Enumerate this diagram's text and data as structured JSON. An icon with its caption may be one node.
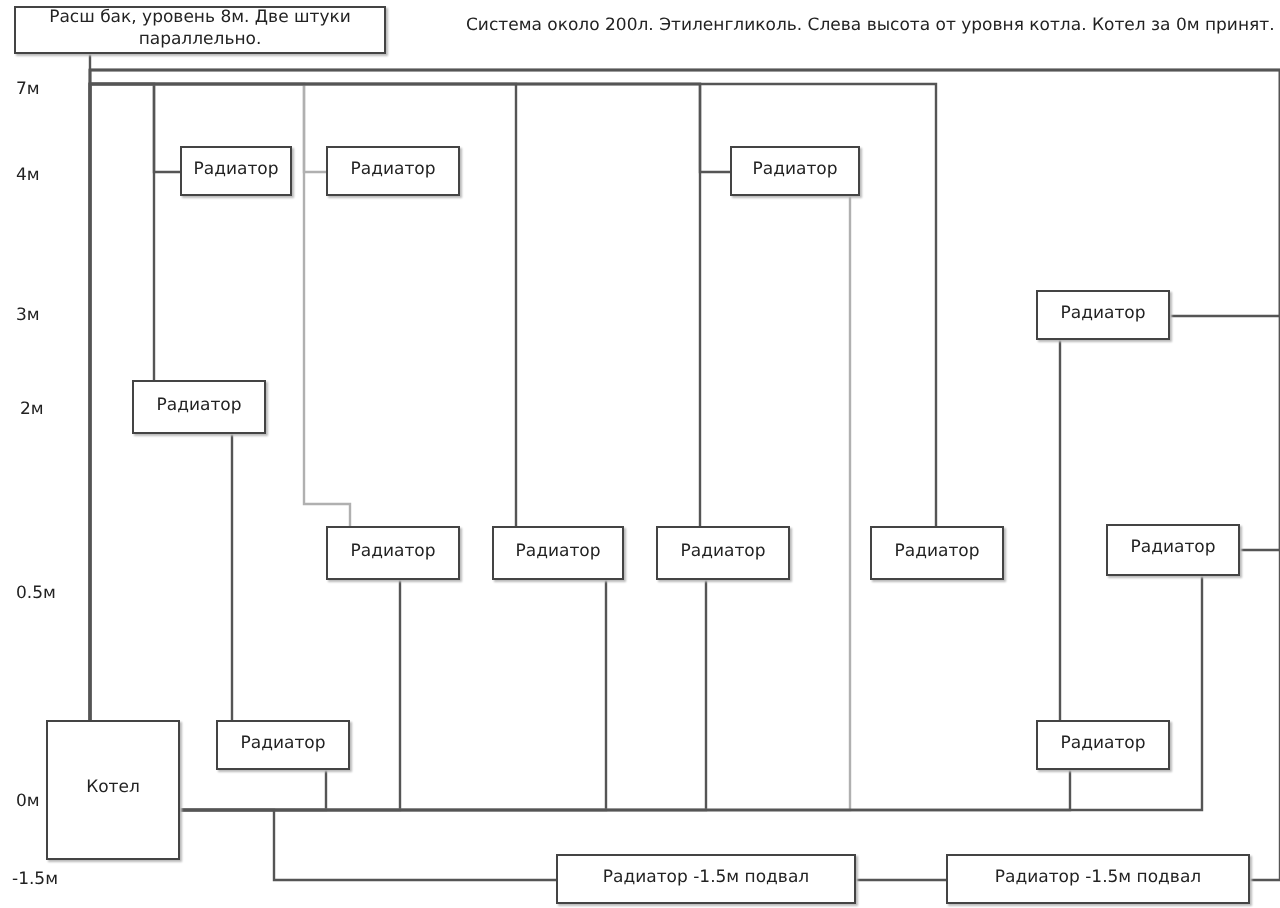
{
  "diagram": {
    "nodes": [
      {
        "text": [
          "Расш бак, уровень 8м. Две штуки параллельно."
        ]
      },
      {
        "text": [
          "Котел"
        ]
      },
      {
        "text": [
          "Радиатор"
        ]
      },
      {
        "text": [
          "Радиатор"
        ]
      },
      {
        "text": [
          "Радиатор"
        ]
      },
      {
        "text": [
          "Радиатор"
        ]
      },
      {
        "text": [
          "Радиатор"
        ]
      },
      {
        "text": [
          "Радиатор"
        ]
      },
      {
        "text": [
          "Радиатор"
        ]
      },
      {
        "text": [
          "Радиатор"
        ]
      },
      {
        "text": [
          "Радиатор"
        ]
      },
      {
        "text": [
          "Радиатор"
        ]
      },
      {
        "text": [
          "Радиатор"
        ]
      },
      {
        "text": [
          "Радиатор"
        ]
      },
      {
        "text": [
          "Радиатор -1.5м подвал"
        ]
      },
      {
        "text": [
          "Радиатор -1.5м подвал"
        ]
      }
    ],
    "edges": [
      {
        "from": 0,
        "to": 1,
        "arrow": "none"
      },
      {
        "from": 1,
        "to": 2,
        "arrow": "none"
      },
      {
        "from": 1,
        "to": 3,
        "arrow": "none",
        "color": "#b0b0b0"
      },
      {
        "from": 1,
        "to": 4,
        "arrow": "none"
      },
      {
        "from": 1,
        "to": 5,
        "arrow": "none"
      },
      {
        "from": 1,
        "to": 6,
        "arrow": "none"
      },
      {
        "from": 1,
        "to": 8,
        "arrow": "none",
        "color": "#b0b0b0"
      },
      {
        "from": 1,
        "to": 9,
        "arrow": "none"
      },
      {
        "from": 1,
        "to": 10,
        "arrow": "none"
      },
      {
        "from": 1,
        "to": 11,
        "arrow": "none"
      },
      {
        "from": 1,
        "to": 13,
        "arrow": "none"
      },
      {
        "from": 1,
        "to": 15,
        "arrow": "none"
      },
      {
        "from": 6,
        "to": 7,
        "arrow": "none"
      },
      {
        "from": 5,
        "to": 12,
        "arrow": "none"
      },
      {
        "from": 7,
        "to": 1,
        "arrow": "none"
      },
      {
        "from": 8,
        "to": 1,
        "arrow": "none"
      },
      {
        "from": 9,
        "to": 1,
        "arrow": "none"
      },
      {
        "from": 10,
        "to": 1,
        "arrow": "none"
      },
      {
        "from": 4,
        "to": 1,
        "arrow": "none",
        "color": "#b0b0b0"
      },
      {
        "from": 12,
        "to": 1,
        "arrow": "none"
      },
      {
        "from": 13,
        "to": 1,
        "arrow": "none"
      },
      {
        "from": 1,
        "to": 14,
        "arrow": "none"
      },
      {
        "from": 14,
        "to": 15,
        "arrow": "none"
      }
    ],
    "labels": [
      "Система около 200л. Этиленгликоль. Слева высота от уровня котла. Котел за 0м принят.",
      "7м",
      "4м",
      "3м",
      "2м",
      "0.5м",
      "0м",
      "-1.5м"
    ]
  }
}
